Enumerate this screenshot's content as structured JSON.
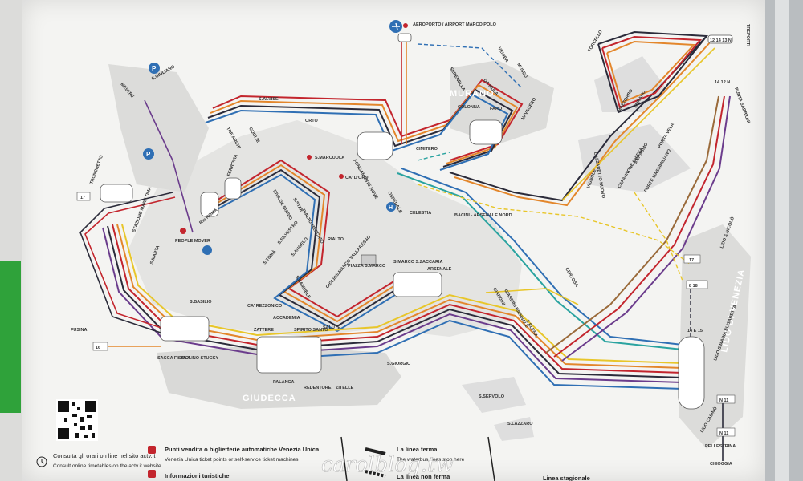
{
  "areas": {
    "murano": "MURANO",
    "giudecca": "GIUDECCA",
    "lido": "LIDO DI VENEZIA"
  },
  "airport": "AEROPORTO / AIRPORT MARCO POLO",
  "stops": {
    "mestre": "MESTRE",
    "s_giuliano": "S.GIULIANO",
    "s_alvise": "S.ALVISE",
    "orto": "ORTO",
    "tre_archi": "TRE ARCHI",
    "guglie": "GUGLIE",
    "s_marcuola": "S.MARCUOLA",
    "ca_doro": "CA' D'ORO",
    "riva_de_biasio": "RIVA DE BIASIO",
    "ferrovia": "FERROVIA",
    "p_roma": "P.le ROMA",
    "people_mover": "PEOPLE MOVER",
    "tronchetto": "TRONCHETTO",
    "stazione_marittima": "STAZIONE MARITTIMA",
    "s_marta": "S.MARTA",
    "s_stae": "S.STAE",
    "rialto_mercato": "RIALTO MERCATO",
    "s_silvestro": "S.SILVESTRO",
    "rialto": "RIALTO",
    "s_angelo": "S.ANGELO",
    "s_toma": "S.TOMÀ",
    "s_samuele": "S.SAMUELE",
    "ca_rezzonico": "CA' REZZONICO",
    "accademia": "ACCADEMIA",
    "giglio": "GIGLIO",
    "salute": "SALUTE",
    "s_marco_vallaresso": "S.MARCO VALLARESSO",
    "piazza_s_marco": "PIAZZA S.MARCO",
    "s_marco_s_zaccaria": "S.MARCO S.ZACCARIA",
    "arsenale": "ARSENALE",
    "zattere": "ZATTERE",
    "spirito_santo": "SPIRITO SANTO",
    "s_basilio": "S.BASILIO",
    "fusina": "FUSINA",
    "sacca_fisola": "SACCA FISOLA",
    "molino_stucky": "MOLINO STUCKY",
    "palanca": "PALANCA",
    "redentore": "REDENTORE",
    "zitelle": "ZITELLE",
    "s_giorgio": "S.GIORGIO",
    "fondamente_nove": "FONDAMENTE NOVE",
    "cimitero": "CIMITERO",
    "ospedale": "OSPEDALE",
    "celestia": "CELESTIA",
    "bacini": "BACINI - ARSENALE NORD",
    "serenella": "SERENELLA",
    "venier": "VENIER",
    "museo": "MUSEO",
    "colonna": "COLONNA",
    "faro": "FARO",
    "da_mula": "DA MULA",
    "navagero": "NAVAGERO",
    "torcello": "TORCELLO",
    "burano": "BURANO",
    "mazzorbo": "MAZZORBO",
    "treporti": "TREPORTI",
    "punta_sabbioni": "PUNTA SABBIONI",
    "lazzaretto_nuovo": "LAZZARETTO NUOVO",
    "vignole": "VIGNOLE",
    "capannone_chiesa": "CAPANNONE CHIESA",
    "porta_vela": "PORTA VELA",
    "s_erasmo": "S.ERASMO",
    "forte_massimiliano": "FORTE MASSIMILIANO",
    "giardini": "GIARDINI",
    "giardini_biennale": "GIARDINI BIENNALE",
    "s_elena": "S.ELENA",
    "certosa": "CERTOSA",
    "lido_s_nicolo": "LIDO S.NICOLÒ",
    "lido_s_maria_elisabetta": "LIDO S.MARIA ELISABETTA",
    "s_servolo": "S.SERVOLO",
    "s_lazzaro": "S.LAZZARO",
    "lido_casino": "LIDO CASINÒ",
    "pellestrina": "PELLESTRINA",
    "chioggia": "CHIOGGIA"
  },
  "line_codes": {
    "fusina_code": "16",
    "tronchetto_code": "17",
    "lido_nicolo_code": "17",
    "lido_nicolo_code_b": "8 18",
    "lido_n11": "N 11",
    "lido_n11_b": "N 11",
    "treporti_codes": "12 14 13 N",
    "punta_codes": "14 12 N",
    "lido_codes": "14 E 15"
  },
  "legend": {
    "consult_it": "Consulta gli orari on line nel sito actv.it",
    "consult_en": "Consult online timetables on the actv.it website",
    "tickets_it": "Punti vendita o biglietterie automatiche Venezia Unica",
    "tickets_en": "Venezia Unica ticket points or self-service ticket machines",
    "tourist_info": "Informazioni turistiche",
    "stop_it": "La linea ferma",
    "stop_en": "The waterbus does stop here",
    "nostop_it": "La linea non ferma",
    "seasonal_it": "Linea stagionale"
  },
  "watermark": "carolblog.tw",
  "colors": {
    "line_red": "#c3252d",
    "line_orange": "#e3862b",
    "line_yellow": "#e8c62a",
    "line_blue": "#2f6fb4",
    "line_teal": "#2aa3a0",
    "line_purple": "#6b3c8c",
    "line_dark": "#2b2b3a",
    "line_brown": "#9a6a3a",
    "land": "#e2e2e0",
    "green_tab": "#2fa23a"
  }
}
